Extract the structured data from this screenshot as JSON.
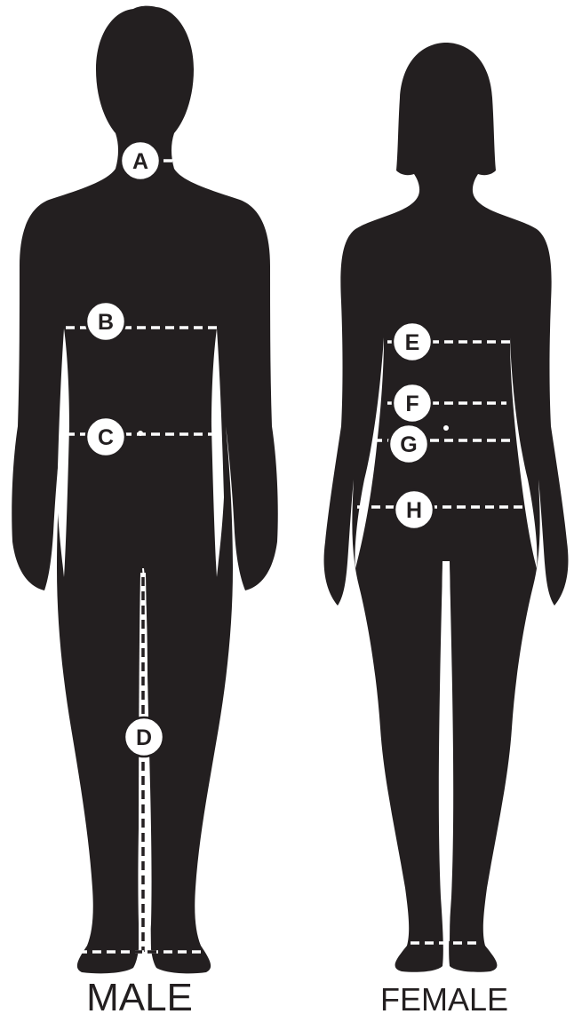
{
  "figures": [
    {
      "id": "male",
      "caption": "MALE"
    },
    {
      "id": "female",
      "caption": "FEMALE"
    }
  ],
  "markers": {
    "A": "A",
    "B": "B",
    "C": "C",
    "D": "D",
    "E": "E",
    "F": "F",
    "G": "G",
    "H": "H"
  },
  "colors": {
    "silhouette": "#231f20",
    "background": "#ffffff",
    "marker_fill": "#ffffff"
  }
}
